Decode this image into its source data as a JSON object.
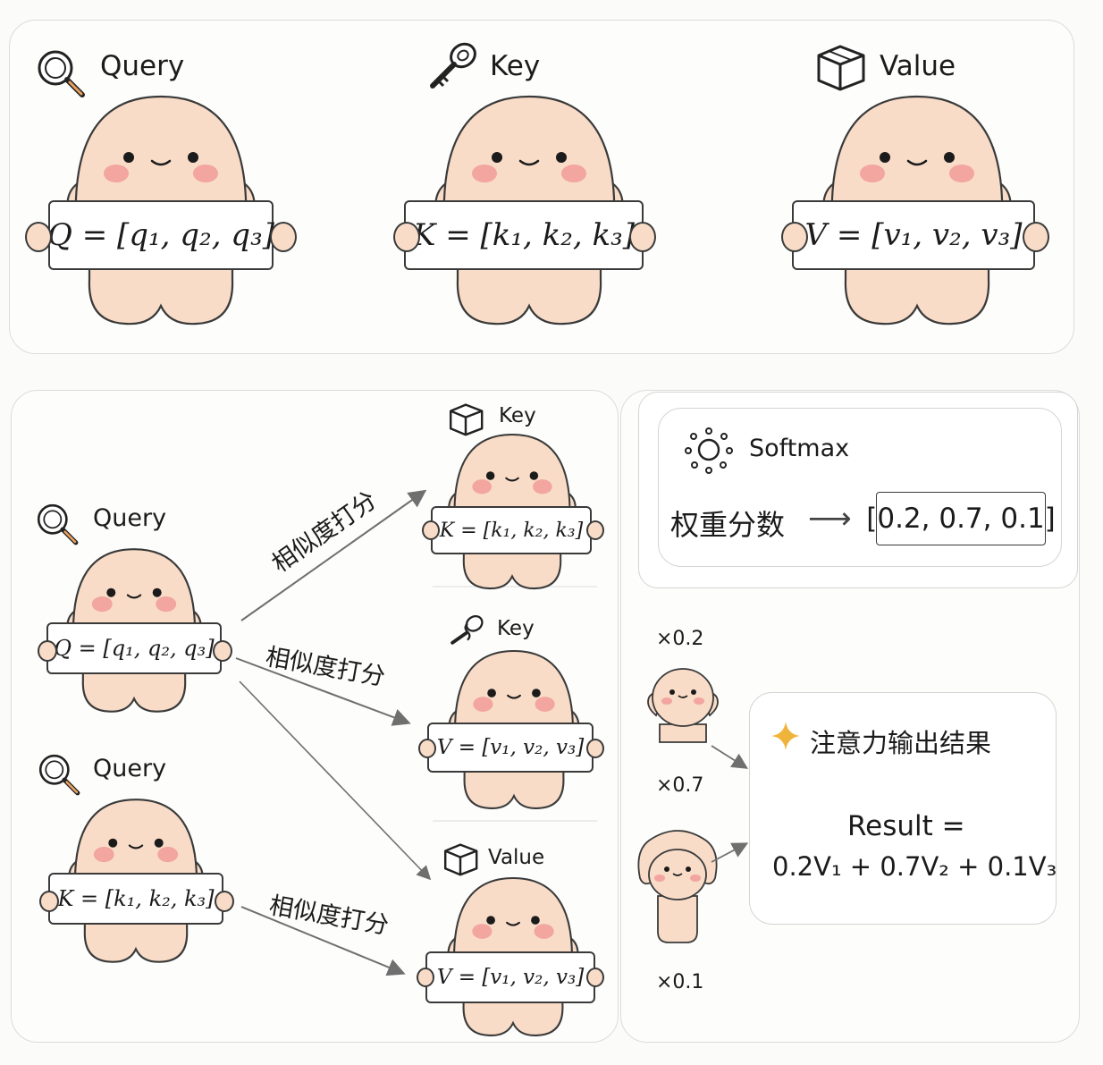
{
  "top": {
    "query": {
      "title": "Query",
      "formula": "Q = [q₁, q₂, q₃]"
    },
    "key": {
      "title": "Key",
      "formula": "K = [k₁, k₂, k₃]"
    },
    "value": {
      "title": "Value",
      "formula": "V = [v₁, v₂, v₃]"
    }
  },
  "flow": {
    "query1": {
      "title": "Query",
      "formula": "Q = [q₁, q₂, q₃]"
    },
    "query2": {
      "title": "Query",
      "formula": "K = [k₁, k₂, k₃]"
    },
    "key1": {
      "title": "Key",
      "formula": "K = [k₁, k₂, k₃]"
    },
    "key2": {
      "title": "Key",
      "formula": "V = [v₁, v₂, v₃]"
    },
    "value1": {
      "title": "Value",
      "formula": "V = [v₁, v₂, v₃]"
    },
    "score_labels": [
      "相似度打分",
      "相似度打分",
      "相似度打分"
    ]
  },
  "softmax": {
    "title": "Softmax",
    "label": "权重分数",
    "arrow": "⟶",
    "weights": "[0.2, 0.7, 0.1]"
  },
  "weights_side": {
    "w1": "×0.2",
    "w2": "×0.7",
    "w3": "×0.1"
  },
  "output": {
    "title": "注意力输出结果",
    "result_label": "Result =",
    "result_formula": "0.2V₁ + 0.7V₂ + 0.1V₃"
  },
  "colors": {
    "skin": "#f8dcc8",
    "blush": "#f3a5a0",
    "outline": "#3a3a3a",
    "arrow": "#6f6f6f",
    "sparkle": "#f0b43a"
  },
  "icons": {
    "query": "magnifier-icon",
    "key": "key-icon",
    "value": "box-icon",
    "softmax": "gear-icon",
    "output": "sparkle-icon"
  }
}
